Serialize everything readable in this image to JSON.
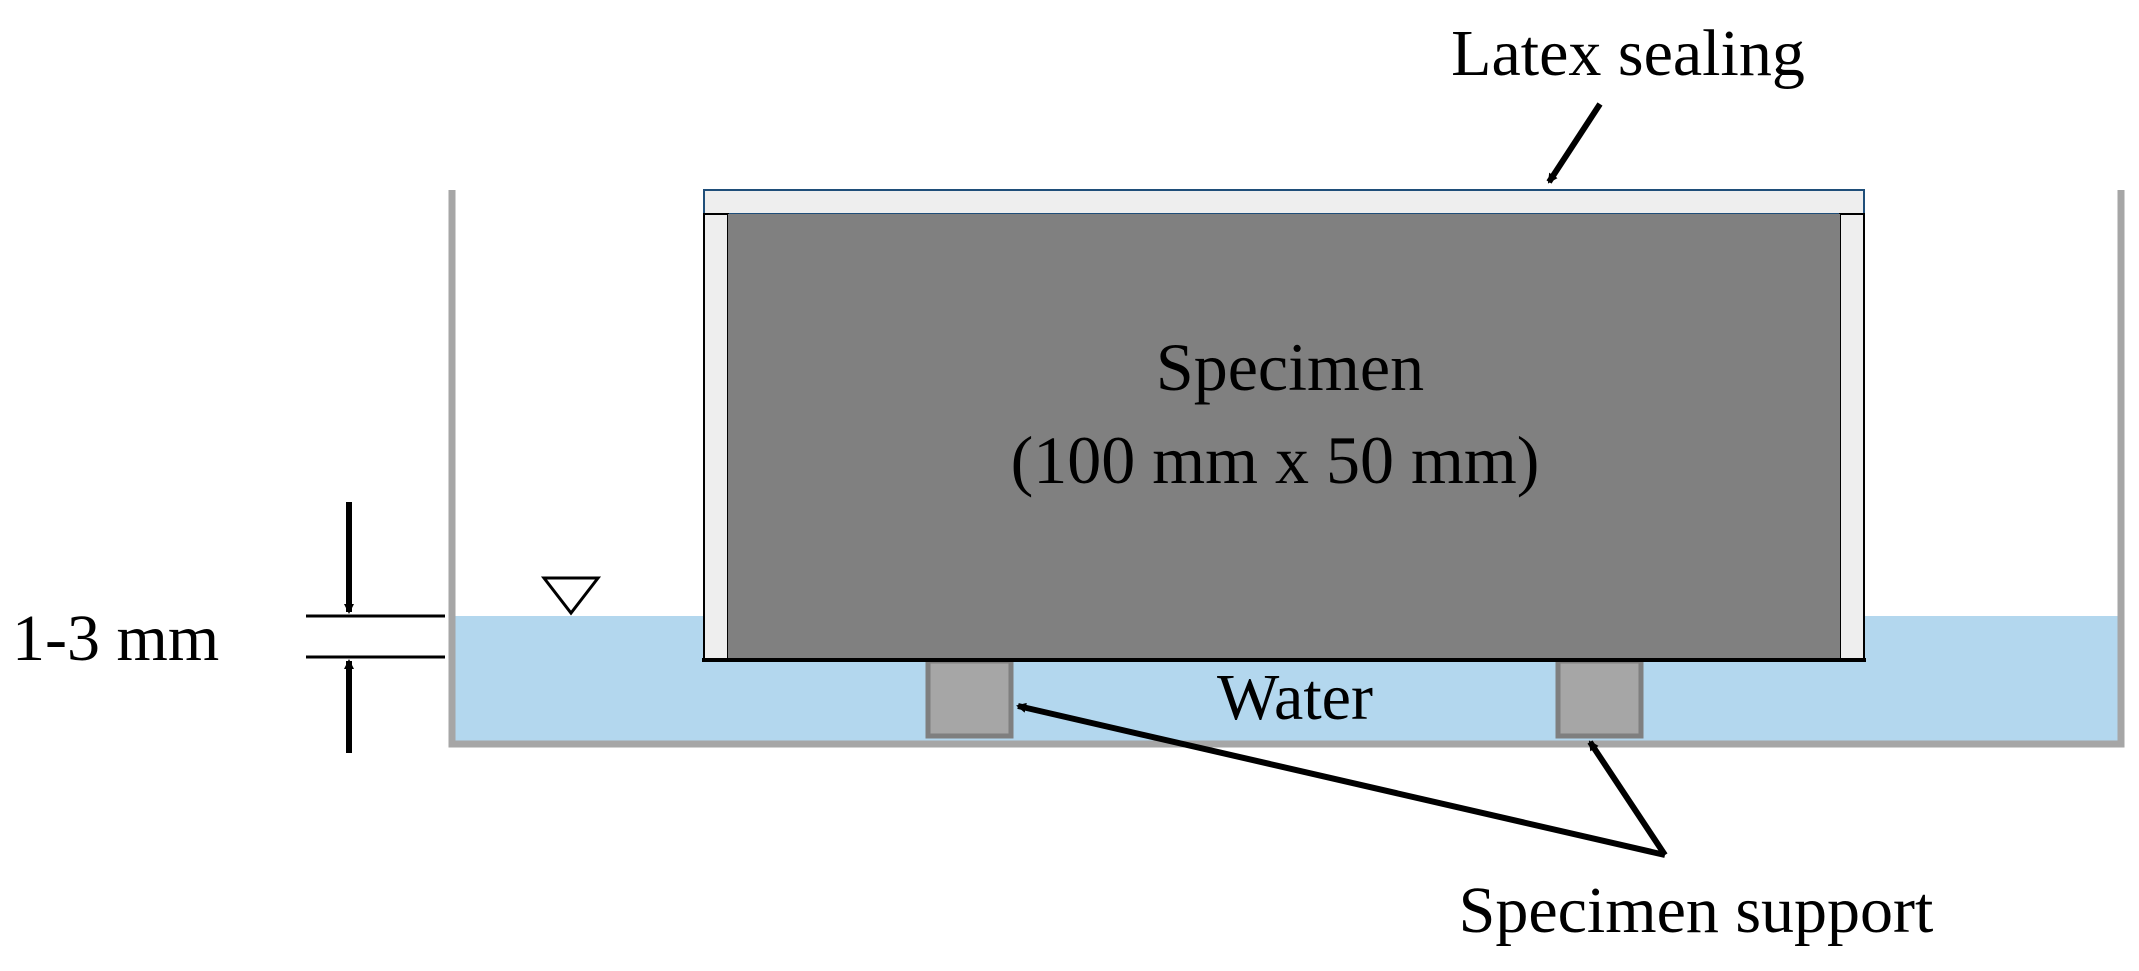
{
  "labels": {
    "latex_sealing": "Latex sealing",
    "specimen_title": "Specimen",
    "specimen_size": "(100 mm x 50 mm)",
    "water": "Water",
    "water_depth": "1-3 mm",
    "specimen_support": "Specimen support"
  },
  "colors": {
    "water": "#b3d7ee",
    "specimen": "#808080",
    "latex": "#eeeeee",
    "latex_outline": "#1f4e79",
    "container": "#a6a6a6",
    "support": "#a6a6a6",
    "support_outline": "#7f7f7f",
    "line": "#000000"
  },
  "icons": {
    "water_level": "water-level-triangle-icon"
  }
}
